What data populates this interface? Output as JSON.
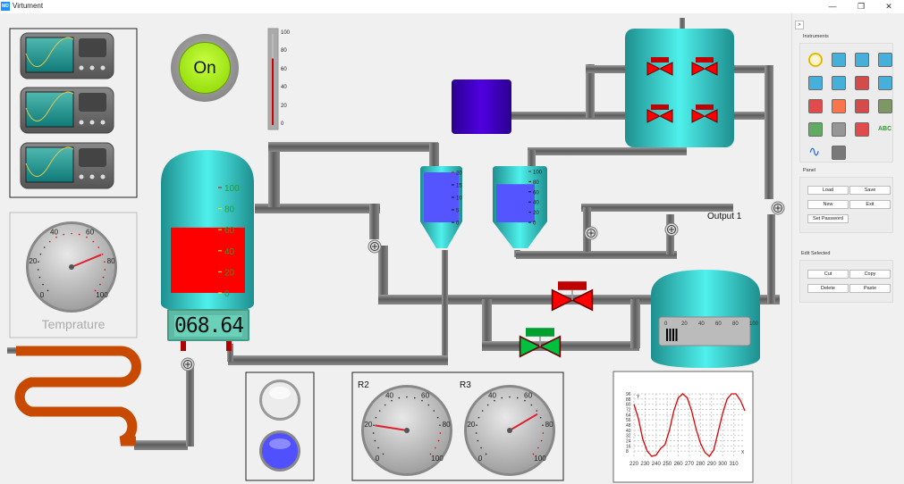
{
  "window": {
    "app_icon": "MD",
    "title": "Virtument",
    "controls": {
      "minimize": "—",
      "maximize": "❐",
      "close": "✕"
    }
  },
  "canvas": {
    "on_button": {
      "label": "On",
      "state": "on",
      "color": "#a6e61c"
    },
    "vertical_gauge": {
      "ticks": [
        "100",
        "80",
        "60",
        "40",
        "20",
        "0"
      ],
      "value_percent": 73
    },
    "main_tank": {
      "level_percent": 62,
      "scale": [
        "100",
        "80",
        "60",
        "40",
        "20",
        "0"
      ],
      "fill_color": "#ff0000"
    },
    "lcd_display": {
      "value": "068.64"
    },
    "hopper_1": {
      "scale": [
        "20",
        "15",
        "10",
        "5",
        "0"
      ],
      "level_percent": 100,
      "fill_color": "#5555ff"
    },
    "hopper_2": {
      "scale": [
        "100",
        "80",
        "60",
        "40",
        "20",
        "0"
      ],
      "level_percent": 75,
      "fill_color": "#5555ff"
    },
    "output_label": "Output 1",
    "bottom_tank": {
      "scale": [
        "0",
        "20",
        "40",
        "60",
        "80",
        "100"
      ],
      "bar_value_percent": 10
    },
    "temperature_gauge": {
      "label": "Temprature",
      "ticks": [
        "0",
        "20",
        "40",
        "60",
        "80",
        "100"
      ],
      "value": 75
    },
    "gauge_r2": {
      "label": "R2",
      "ticks": [
        "0",
        "20",
        "40",
        "60",
        "80",
        "100"
      ],
      "value": 20
    },
    "gauge_r3": {
      "label": "R3",
      "ticks": [
        "0",
        "20",
        "40",
        "60",
        "80",
        "100"
      ],
      "value": 72
    },
    "indicator_lights": [
      {
        "name": "light-off",
        "color": "#e6e6e6"
      },
      {
        "name": "light-on",
        "color": "#5050ff"
      }
    ],
    "oscilloscopes": [
      {
        "id": 1
      },
      {
        "id": 2
      },
      {
        "id": 3
      }
    ],
    "valves": [
      {
        "id": "tank-top-left",
        "color": "#ff0000",
        "state": "closed"
      },
      {
        "id": "tank-top-right",
        "color": "#ff0000",
        "state": "closed"
      },
      {
        "id": "tank-mid-left",
        "color": "#ff0000",
        "state": "closed"
      },
      {
        "id": "tank-mid-right",
        "color": "#ff0000",
        "state": "closed"
      },
      {
        "id": "main-line",
        "color": "#ff0000",
        "state": "closed"
      },
      {
        "id": "bypass",
        "color": "#00c040",
        "state": "open"
      }
    ]
  },
  "chart_data": {
    "type": "line",
    "title": "",
    "xlabel": "X",
    "ylabel": "Y",
    "x_ticks": [
      "220",
      "230",
      "240",
      "250",
      "260",
      "270",
      "280",
      "290",
      "300",
      "310"
    ],
    "y_ticks": [
      "8",
      "16",
      "24",
      "32",
      "40",
      "48",
      "56",
      "64",
      "72",
      "80",
      "88",
      "96"
    ],
    "xlim": [
      220,
      320
    ],
    "ylim": [
      0,
      96
    ],
    "grid": true,
    "series": [
      {
        "name": "signal",
        "color": "#e00000",
        "x": [
          220,
          224,
          228,
          232,
          236,
          240,
          244,
          248,
          252,
          256,
          260,
          264,
          268,
          272,
          276,
          280,
          284,
          288,
          292,
          296,
          300,
          304,
          308,
          312,
          316,
          320
        ],
        "y": [
          80,
          58,
          26,
          8,
          0,
          2,
          12,
          18,
          40,
          70,
          90,
          96,
          90,
          70,
          42,
          20,
          6,
          0,
          10,
          38,
          66,
          88,
          96,
          96,
          86,
          70
        ]
      }
    ]
  },
  "sidebar": {
    "toggle_label": ">",
    "instruments_label": "Instruments",
    "instruments": [
      {
        "icon": "analog-clock-gauge-icon"
      },
      {
        "icon": "panel-meter-icon"
      },
      {
        "icon": "linear-scale-icon"
      },
      {
        "icon": "vertical-scale-icon"
      },
      {
        "icon": "battery-meter-icon"
      },
      {
        "icon": "level-bar-icon"
      },
      {
        "icon": "thermometer-icon"
      },
      {
        "icon": "led-display-icon"
      },
      {
        "icon": "pushbutton-icon"
      },
      {
        "icon": "indicator-lamp-icon"
      },
      {
        "icon": "switch-icon"
      },
      {
        "icon": "image-icon"
      },
      {
        "icon": "trend-chart-icon"
      },
      {
        "icon": "horizontal-slider-icon"
      },
      {
        "icon": "vertical-slider-icon"
      },
      {
        "icon": "text-label-icon"
      },
      {
        "icon": "waveform-icon"
      },
      {
        "icon": "table-grid-icon"
      }
    ],
    "panel_label": "Panel",
    "panel_buttons": {
      "load": "Load",
      "save": "Save",
      "new": "New",
      "exit": "Exit",
      "set_password": "Set Password"
    },
    "edit_label": "Edit Selected",
    "edit_buttons": {
      "cut": "Cut",
      "copy": "Copy",
      "delete": "Delete",
      "paste": "Paste"
    }
  }
}
